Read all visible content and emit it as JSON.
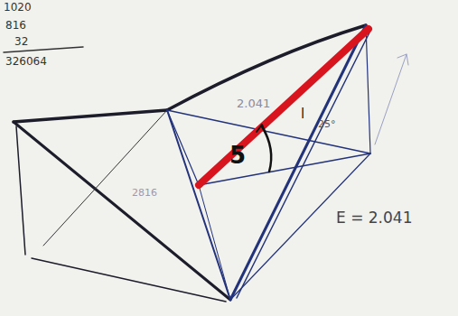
{
  "diagram": {
    "labels": [
      "1020",
      "816",
      "32",
      "326064",
      "2.041",
      "l",
      "25°",
      "5",
      "2816",
      "E = 2.041"
    ]
  }
}
